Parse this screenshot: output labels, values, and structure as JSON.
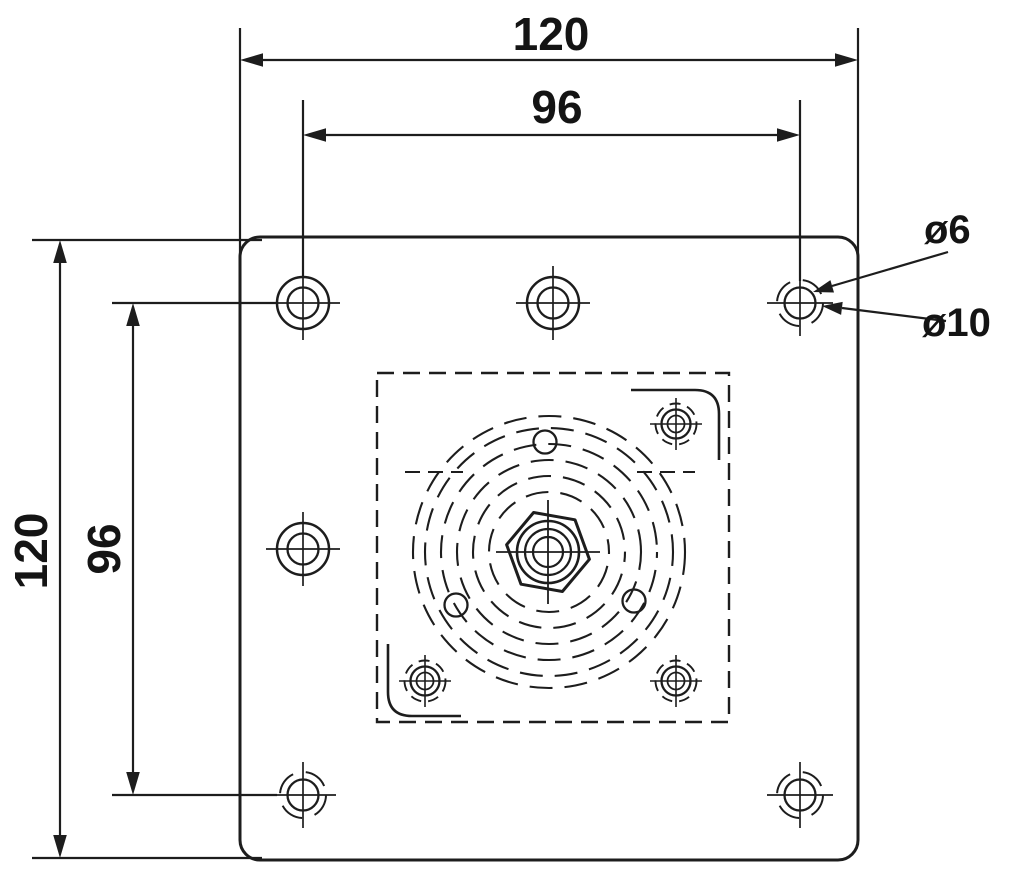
{
  "drawing": {
    "dimensions": {
      "overall_width": "120",
      "hole_pitch_width": "96",
      "overall_height": "120",
      "hole_pitch_height": "96"
    },
    "callouts": {
      "small_hole_diameter": "ø6",
      "large_hole_diameter": "ø10"
    },
    "colors": {
      "line": "#1d1d1d",
      "background": "#ffffff"
    }
  }
}
